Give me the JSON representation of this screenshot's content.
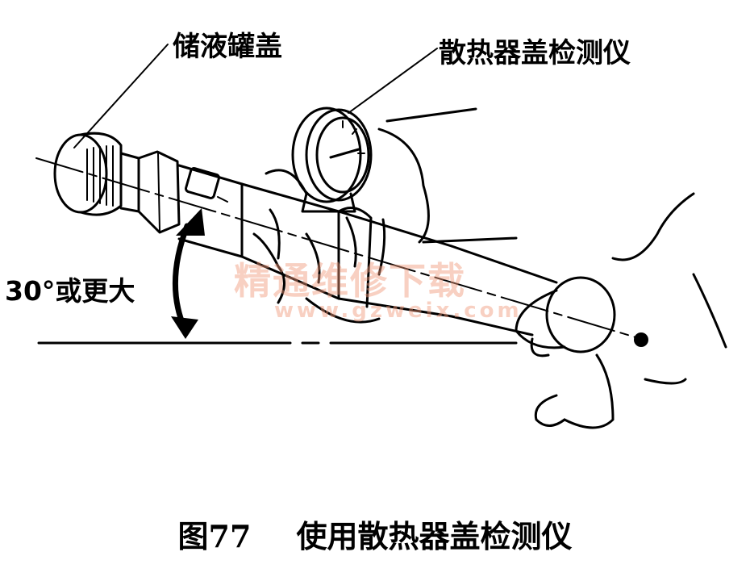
{
  "labels": {
    "reservoir_cap": "储液罐盖",
    "tester": "散热器盖检测仪",
    "angle": "30°或更大"
  },
  "caption": {
    "figure_number": "图77",
    "title": "使用散热器盖检测仪"
  },
  "watermark": {
    "text": "精通维修下载",
    "url": "www.gzweix.com"
  },
  "colors": {
    "line": "#000000",
    "background": "#ffffff",
    "watermark": "#f09678"
  }
}
